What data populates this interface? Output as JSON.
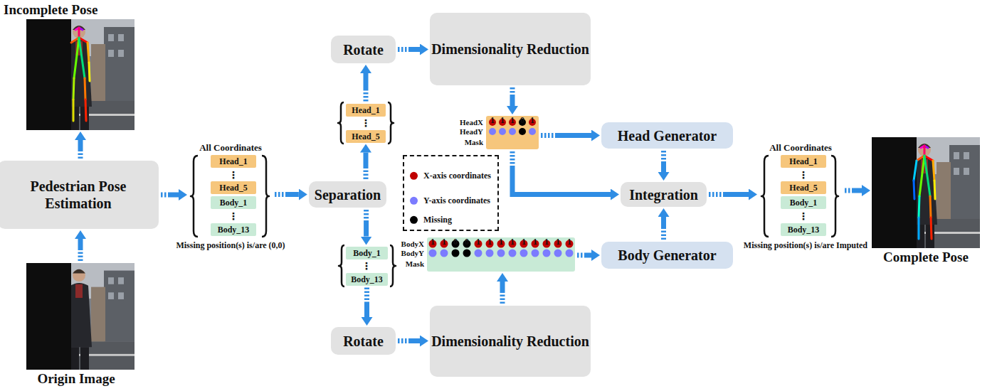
{
  "diagram": {
    "nodes": [
      {
        "text": [
          "Incomplete Pose"
        ]
      },
      {
        "text": [
          "Pedestrian Pose Estimation"
        ]
      },
      {
        "text": [
          "Origin Image"
        ]
      },
      {
        "text": [
          "All Coordinates",
          "Missing position(s) is/are (0,0)"
        ]
      },
      {
        "text": [
          "Head_1"
        ],
        "in": 3
      },
      {
        "text": [
          "Head_5"
        ],
        "in": 3
      },
      {
        "text": [
          "Body_1"
        ],
        "in": 3
      },
      {
        "text": [
          "Body_13"
        ],
        "in": 3
      },
      {
        "text": [
          "Separation"
        ]
      },
      {
        "text": [
          "Rotate"
        ]
      },
      {
        "text": [
          "Head_1"
        ]
      },
      {
        "text": [
          "Head_5"
        ]
      },
      {
        "text": [
          "Body_1"
        ]
      },
      {
        "text": [
          "Body_13"
        ]
      },
      {
        "text": [
          "Rotate"
        ]
      },
      {
        "text": [
          "Dimensionality Reduction"
        ]
      },
      {
        "text": [
          "HeadX",
          "HeadY",
          "Mask",
          "1 1 1 0 1"
        ]
      },
      {
        "text": [
          "BodyX",
          "BodyY",
          "Mask",
          "1 1 0 0 1 1 1 1 1 1 1 1 1"
        ]
      },
      {
        "text": [
          "Dimensionality Reduction"
        ]
      },
      {
        "text": [
          "Head Generator"
        ]
      },
      {
        "text": [
          "Integration"
        ]
      },
      {
        "text": [
          "Body Generator"
        ]
      },
      {
        "text": [
          "All Coordinates",
          "Missing position(s) is/are Imputed"
        ]
      },
      {
        "text": [
          "Head_1"
        ],
        "in": 22
      },
      {
        "text": [
          "Head_5"
        ],
        "in": 22
      },
      {
        "text": [
          "Body_1"
        ],
        "in": 22
      },
      {
        "text": [
          "Body_13"
        ],
        "in": 22
      },
      {
        "text": [
          "Complete Pose"
        ]
      }
    ],
    "edges": [
      {
        "from": 2,
        "to": 1,
        "arrow": "to"
      },
      {
        "from": 1,
        "to": 0,
        "arrow": "to"
      },
      {
        "from": 1,
        "to": 3,
        "arrow": "to"
      },
      {
        "from": 3,
        "to": 8,
        "arrow": "to"
      },
      {
        "from": 8,
        "to": 11,
        "arrow": "to"
      },
      {
        "from": 10,
        "to": 9,
        "arrow": "to"
      },
      {
        "from": 9,
        "to": 15,
        "arrow": "to"
      },
      {
        "from": 15,
        "to": 16,
        "arrow": "to"
      },
      {
        "from": 16,
        "to": 19,
        "arrow": "to"
      },
      {
        "from": 16,
        "to": 20,
        "arrow": "to"
      },
      {
        "from": 19,
        "to": 20,
        "arrow": "to"
      },
      {
        "from": 8,
        "to": 12,
        "arrow": "to"
      },
      {
        "from": 13,
        "to": 14,
        "arrow": "to"
      },
      {
        "from": 14,
        "to": 18,
        "arrow": "to"
      },
      {
        "from": 18,
        "to": 17,
        "arrow": "to"
      },
      {
        "from": 17,
        "to": 21,
        "arrow": "to"
      },
      {
        "from": 21,
        "to": 20,
        "arrow": "to"
      },
      {
        "from": 20,
        "to": 22,
        "arrow": "to"
      },
      {
        "from": 22,
        "to": 27,
        "arrow": "to"
      }
    ],
    "labels": [
      "⋮",
      "⋮",
      "⋮",
      "⋮",
      "⋮",
      "⋮"
    ],
    "legend": [
      {
        "text": "X-axis coordinates",
        "color": "#c00000"
      },
      {
        "text": "Y-axis coordinates",
        "color": "#7b7bff"
      },
      {
        "text": "Missing",
        "color": "#000000"
      }
    ]
  }
}
